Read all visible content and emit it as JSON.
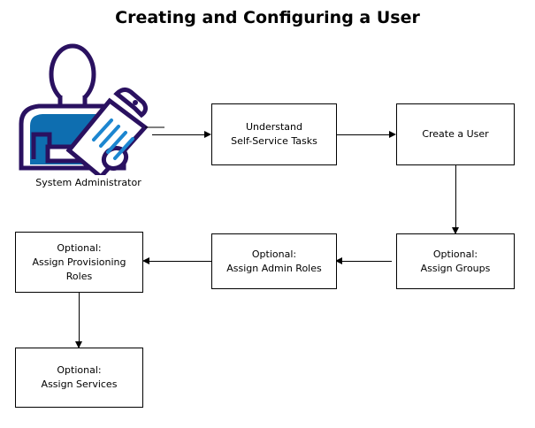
{
  "diagram": {
    "title": "Creating and Configuring a User",
    "type": "flowchart",
    "colors": {
      "outline": "#000000",
      "actor_outline": "#2a1160",
      "actor_fill": "#0e6eb0",
      "background": "#ffffff",
      "text": "#000000"
    },
    "actor": {
      "name": "system-administrator",
      "label": "System Administrator",
      "icon": "person-with-clipboard-icon"
    },
    "nodes": [
      {
        "id": "understand-self-service-tasks",
        "lines": [
          "Understand",
          "Self-Service Tasks"
        ]
      },
      {
        "id": "create-a-user",
        "lines": [
          "Create a User"
        ]
      },
      {
        "id": "optional-assign-groups",
        "lines": [
          "Optional:",
          "Assign Groups"
        ]
      },
      {
        "id": "optional-assign-admin-roles",
        "lines": [
          "Optional:",
          "Assign Admin Roles"
        ]
      },
      {
        "id": "optional-assign-provisioning-roles",
        "lines": [
          "Optional:",
          "Assign Provisioning",
          "Roles"
        ]
      },
      {
        "id": "optional-assign-services",
        "lines": [
          "Optional:",
          "Assign Services"
        ]
      }
    ],
    "edges": [
      {
        "from": "system-administrator",
        "to": "understand-self-service-tasks",
        "direction": "right"
      },
      {
        "from": "understand-self-service-tasks",
        "to": "create-a-user",
        "direction": "right"
      },
      {
        "from": "create-a-user",
        "to": "optional-assign-groups",
        "direction": "down"
      },
      {
        "from": "optional-assign-groups",
        "to": "optional-assign-admin-roles",
        "direction": "left"
      },
      {
        "from": "optional-assign-admin-roles",
        "to": "optional-assign-provisioning-roles",
        "direction": "left"
      },
      {
        "from": "optional-assign-provisioning-roles",
        "to": "optional-assign-services",
        "direction": "down"
      }
    ]
  }
}
